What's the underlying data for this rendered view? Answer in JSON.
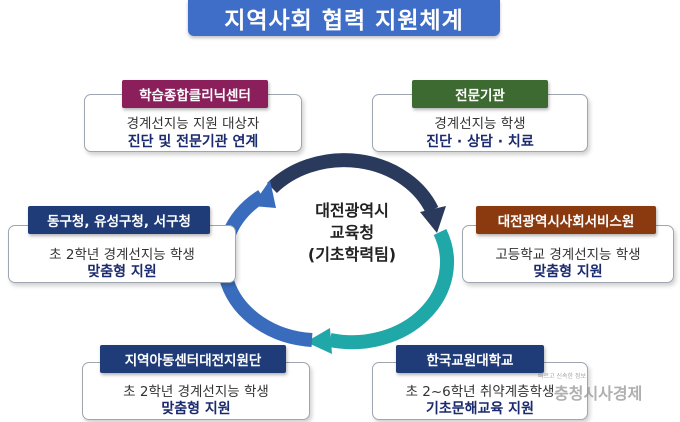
{
  "title": "지역사회 협력 지원체계",
  "center": {
    "line1": "대전광역시",
    "line2": "교육청",
    "line3": "(기초학력팀)"
  },
  "nodes": {
    "clinic": {
      "tag": "학습종합클리닉센터",
      "line1": "경계선지능 지원 대상자",
      "line2": "진단 및 전문기관 연계"
    },
    "expert": {
      "tag": "전문기관",
      "line1": "경계선지능 학생",
      "line2": "진단 · 상담 · 치료"
    },
    "gu": {
      "tag": "동구청, 유성구청, 서구청",
      "line1": "초 2학년 경계선지능 학생",
      "line2": "맞춤형 지원"
    },
    "social": {
      "tag": "대전광역시사회서비스원",
      "line1": "고등학교 경계선지능 학생",
      "line2": "맞춤형 지원"
    },
    "child": {
      "tag": "지역아동센터대전지원단",
      "line1": "초 2학년 경계선지능 학생",
      "line2": "맞춤형 지원"
    },
    "knue": {
      "tag": "한국교원대학교",
      "line1": "초 2~6학년 취약계층학생",
      "line2": "기초문해교육 지원"
    }
  },
  "watermark": {
    "text": "충청시사경제",
    "small": "빠르고 신속한 정보"
  },
  "colors": {
    "title_bg": "#3f6ec9",
    "clinic": "#8a1f5c",
    "expert": "#3d6a30",
    "gu": "#1f3c78",
    "social": "#8b3a0f",
    "child": "#1f3c78",
    "knue": "#1f3c78"
  }
}
